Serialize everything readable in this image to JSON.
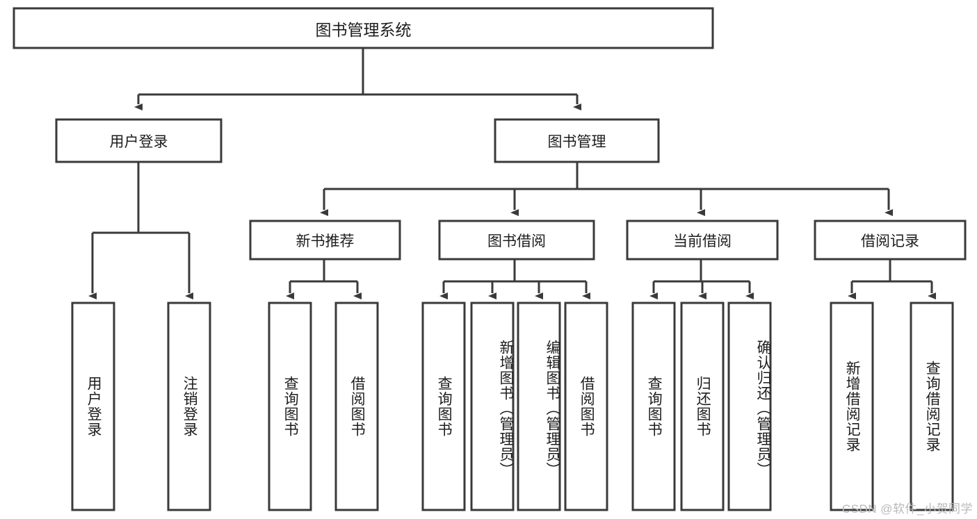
{
  "diagram": {
    "title": "图书管理系统",
    "type": "tree-hierarchy-chart",
    "root": {
      "label": "图书管理系统"
    },
    "level1": [
      {
        "label": "用户登录"
      },
      {
        "label": "图书管理"
      }
    ],
    "level2": [
      {
        "label": "新书推荐"
      },
      {
        "label": "图书借阅"
      },
      {
        "label": "当前借阅"
      },
      {
        "label": "借阅记录"
      }
    ],
    "leaves": {
      "user_login": [
        {
          "label": "用户登录"
        },
        {
          "label": "注销登录"
        }
      ],
      "new_book_recommend": [
        {
          "label": "查询图书"
        },
        {
          "label": "借阅图书"
        }
      ],
      "book_borrow": [
        {
          "label": "查询图书"
        },
        {
          "label": "新增图书（管理员）"
        },
        {
          "label": "编辑图书（管理员）"
        },
        {
          "label": "借阅图书"
        }
      ],
      "current_borrow": [
        {
          "label": "查询图书"
        },
        {
          "label": "归还图书"
        },
        {
          "label": "确认归还（管理员）"
        }
      ],
      "borrow_record": [
        {
          "label": "新增借阅记录"
        },
        {
          "label": "查询借阅记录"
        }
      ]
    }
  },
  "watermark": {
    "text": "CSDN @软件_小贺同学"
  },
  "colors": {
    "stroke": "#3a3a3a",
    "fill": "#ffffff",
    "text": "#1d1d1d",
    "watermark": "#b9b9b9"
  }
}
